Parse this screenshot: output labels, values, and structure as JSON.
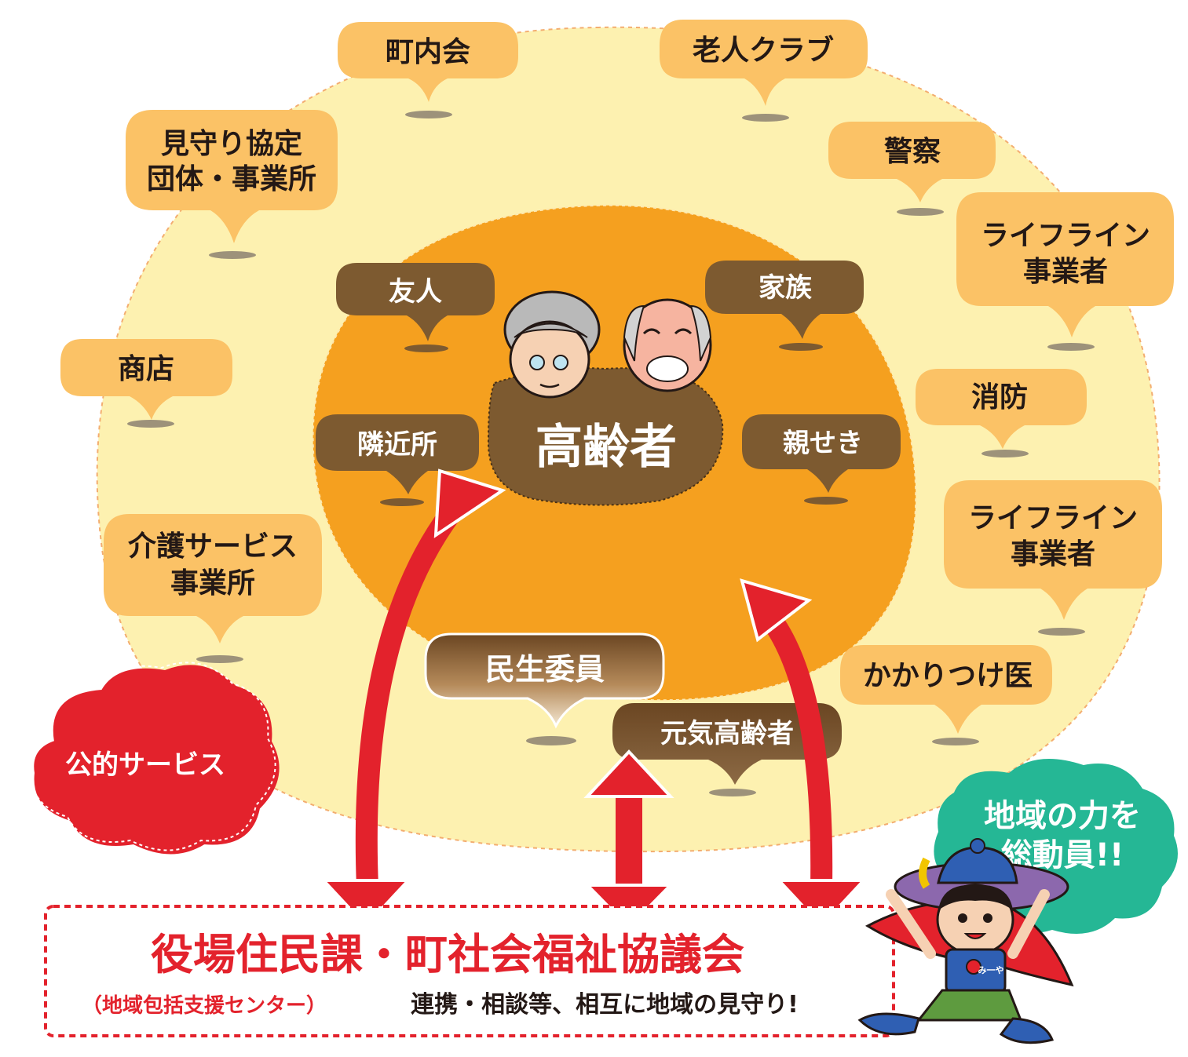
{
  "colors": {
    "outer_ring": "#fdf1b0",
    "inner_circle": "#f5a01f",
    "light_bubble": "#fbc266",
    "dark_bubble": "#7d5a30",
    "shadow": "#9d927a",
    "arrow_red": "#e3222c",
    "teal_cloud": "#25b795",
    "white": "#ffffff",
    "ink": "#231815"
  },
  "center": {
    "label": "高齢者"
  },
  "inner_circle": {
    "items": [
      "友人",
      "家族",
      "隣近所",
      "親せき",
      "民生委員",
      "元気高齢者"
    ]
  },
  "outer_ring": {
    "items": [
      "町内会",
      "老人クラブ",
      "見守り協定",
      "団体・事業所",
      "警察",
      "ライフライン",
      "事業者",
      "商店",
      "消防",
      "介護サービス",
      "事業所",
      "ライフライン",
      "事業者",
      "かかりつけ医"
    ]
  },
  "public_service": {
    "label": "公的サービス"
  },
  "slogan": {
    "line1": "地域の力を",
    "line2": "総動員!!"
  },
  "footer": {
    "title": "役場住民課・町社会福祉協議会",
    "subtitle": "（地域包括支援センター）",
    "note": "連携・相談等、相互に地域の見守り!"
  },
  "mascot": {
    "badge": "み一や"
  }
}
